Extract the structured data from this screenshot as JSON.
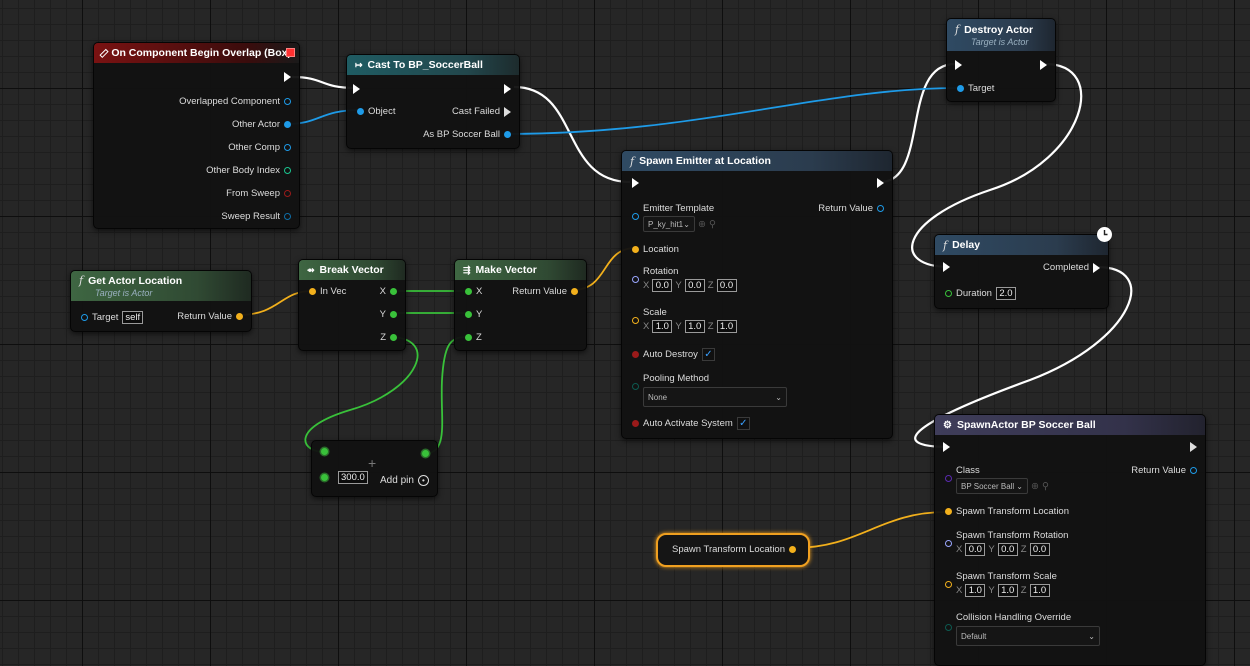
{
  "nodes": {
    "overlap": {
      "title": "On Component Begin Overlap (Box)",
      "pins": [
        "Overlapped Component",
        "Other Actor",
        "Other Comp",
        "Other Body Index",
        "From Sweep",
        "Sweep Result"
      ]
    },
    "cast": {
      "title": "Cast To BP_SoccerBall",
      "object": "Object",
      "cast_failed": "Cast Failed",
      "as_ball": "As BP Soccer Ball"
    },
    "destroy": {
      "title": "Destroy Actor",
      "subtitle": "Target is Actor",
      "target": "Target"
    },
    "emitter": {
      "title": "Spawn Emitter at Location",
      "emitter_template": "Emitter Template",
      "emitter_value": "P_ky_hit1",
      "return_value": "Return Value",
      "location": "Location",
      "rotation": "Rotation",
      "rot_x": "0.0",
      "rot_y": "0.0",
      "rot_z": "0.0",
      "scale": "Scale",
      "scale_x": "1.0",
      "scale_y": "1.0",
      "scale_z": "1.0",
      "auto_destroy": "Auto Destroy",
      "pooling": "Pooling Method",
      "pooling_value": "None",
      "auto_activate": "Auto Activate System"
    },
    "delay": {
      "title": "Delay",
      "completed": "Completed",
      "duration": "Duration",
      "duration_value": "2.0"
    },
    "get_loc": {
      "title": "Get Actor Location",
      "subtitle": "Target is Actor",
      "target": "Target",
      "target_value": "self",
      "return_value": "Return Value"
    },
    "break": {
      "title": "Break Vector",
      "in_vec": "In Vec",
      "x": "X",
      "y": "Y",
      "z": "Z"
    },
    "make": {
      "title": "Make Vector",
      "x": "X",
      "y": "Y",
      "z": "Z",
      "return_value": "Return Value"
    },
    "add": {
      "value": "300.0",
      "add_pin": "Add pin"
    },
    "spawn_actor": {
      "title": "SpawnActor BP Soccer Ball",
      "class": "Class",
      "class_value": "BP Soccer Ball",
      "return_value": "Return Value",
      "loc": "Spawn Transform Location",
      "rot": "Spawn Transform Rotation",
      "rot_x": "0.0",
      "rot_y": "0.0",
      "rot_z": "0.0",
      "scale": "Spawn Transform Scale",
      "scale_x": "1.0",
      "scale_y": "1.0",
      "scale_z": "1.0",
      "collision": "Collision Handling Override",
      "collision_value": "Default"
    },
    "var": {
      "label": "Spawn Transform Location"
    }
  },
  "axis": {
    "x": "X",
    "y": "Y",
    "z": "Z"
  },
  "colors": {
    "exec": "#ffffff",
    "object": "#1e9be8",
    "vector": "#f2b01c",
    "float": "#39c13a",
    "bool": "#9a1a1a",
    "struct": "#0f6ea8",
    "int": "#1ac58f",
    "class": "#5a2ab0",
    "enum": "#0d5a50",
    "transform_rot": "#9aa6ff"
  },
  "icons": [
    "event-diamond-icon",
    "cast-icon",
    "function-icon",
    "clock-icon",
    "spawn-icon",
    "add-pin-icon",
    "dropdown-chevron-icon",
    "browse-icon",
    "search-icon",
    "checkmark-icon"
  ]
}
